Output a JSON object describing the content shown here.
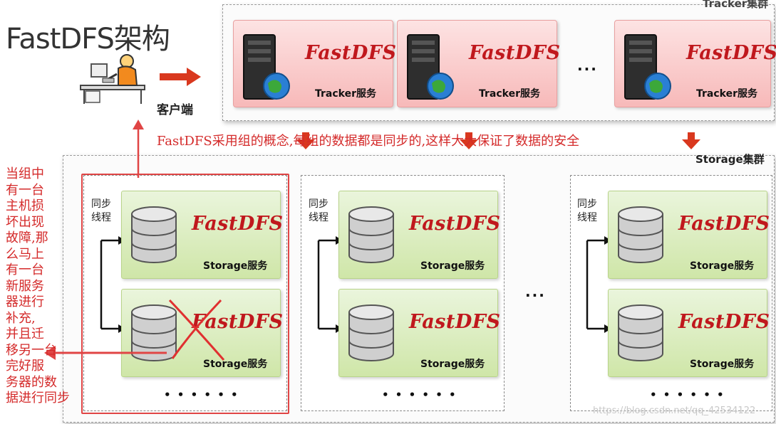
{
  "title": "FastDFS架构",
  "client_label": "客户端",
  "tracker_cluster_label": "Tracker集群",
  "storage_cluster_label": "Storage集群",
  "brand": "FastDFS",
  "tracker_service": "Tracker服务",
  "storage_service": "Storage服务",
  "sync_label_1": "同步",
  "sync_label_2": "线程",
  "ellipsis": "...",
  "group_ellipsis": "• • •   • • •",
  "annotation_top": "FastDFS采用组的概念,每组的数据都是同步的,这样大大保证了数据的安全",
  "annotation_left": [
    "当组中",
    "有一台",
    "主机损",
    "坏出现",
    "故障,那",
    "么马上",
    "有一台",
    "新服务",
    "器进行",
    "补充,",
    "并且迁",
    "移另一台",
    "完好服",
    "务器的数",
    "据进行同步"
  ],
  "watermark": "https://blog.csdn.net/qq_42534122",
  "colors": {
    "annotation_red": "#d42a2a",
    "brand_red": "#c0181d",
    "tracker_fill": "#f7b9b9",
    "storage_fill": "#cfe6a8"
  }
}
